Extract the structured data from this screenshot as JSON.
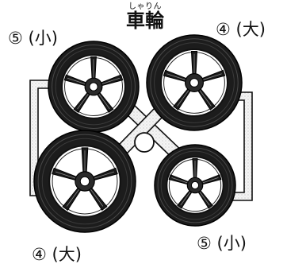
{
  "title": {
    "ruby": "しゃりん",
    "text": "車輪"
  },
  "labels": {
    "top_left": "⑤ (小)",
    "top_right": "④ (大)",
    "bottom_left": "④ (大)",
    "bottom_right": "⑤ (小)"
  },
  "colors": {
    "ink": "#111111",
    "tire": "#1c1c1c",
    "frame": "#f3f3f3"
  }
}
